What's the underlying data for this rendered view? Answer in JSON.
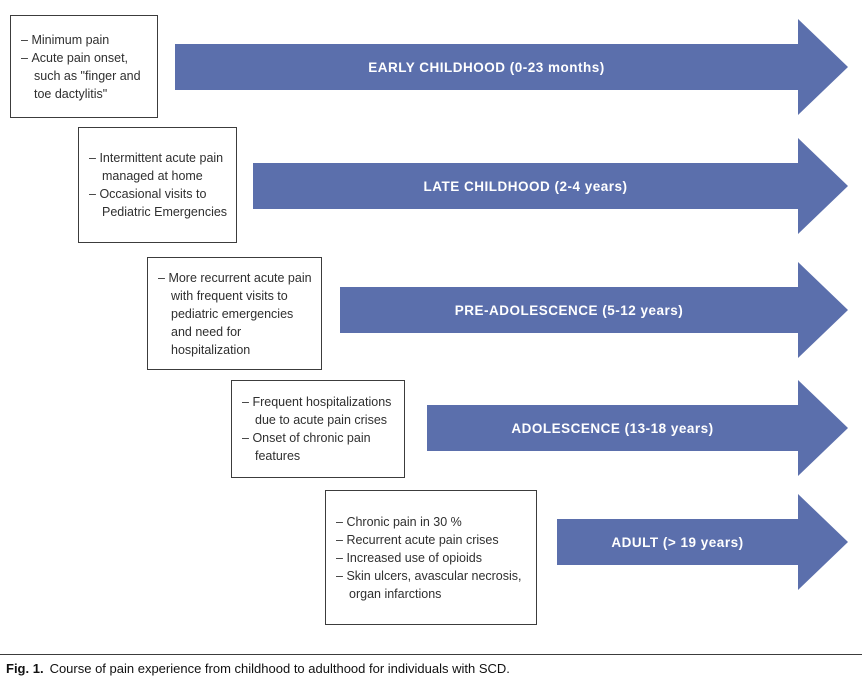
{
  "figure": {
    "caption_label": "Fig. 1.",
    "caption_text": "Course of pain experience from childhood to adulthood for individuals with SCD."
  },
  "colors": {
    "arrow_blue": "#5b6fac",
    "box_border": "#3c3c3c",
    "note_text": "#2f2f2f"
  },
  "stages": [
    {
      "label": "EARLY CHILDHOOD (0-23 months)",
      "bullets": [
        "Minimum pain",
        "Acute pain onset, such as \"finger and toe dactylitis\""
      ]
    },
    {
      "label": "LATE CHILDHOOD (2-4 years)",
      "bullets": [
        "Intermittent acute pain managed at home",
        "Occasional visits to Pediatric Emergencies"
      ]
    },
    {
      "label": "PRE-ADOLESCENCE (5-12 years)",
      "bullets": [
        "More recurrent acute pain with frequent visits to pediatric emergencies and need for hospitalization"
      ]
    },
    {
      "label": "ADOLESCENCE (13-18 years)",
      "bullets": [
        "Frequent hospitalizations due to acute pain crises",
        "Onset of chronic pain features"
      ]
    },
    {
      "label": "ADULT (> 19 years)",
      "bullets": [
        "Chronic pain in 30 %",
        "Recurrent acute pain crises",
        "Increased use of opioids",
        "Skin ulcers, avascular necrosis, organ infarctions"
      ]
    }
  ]
}
